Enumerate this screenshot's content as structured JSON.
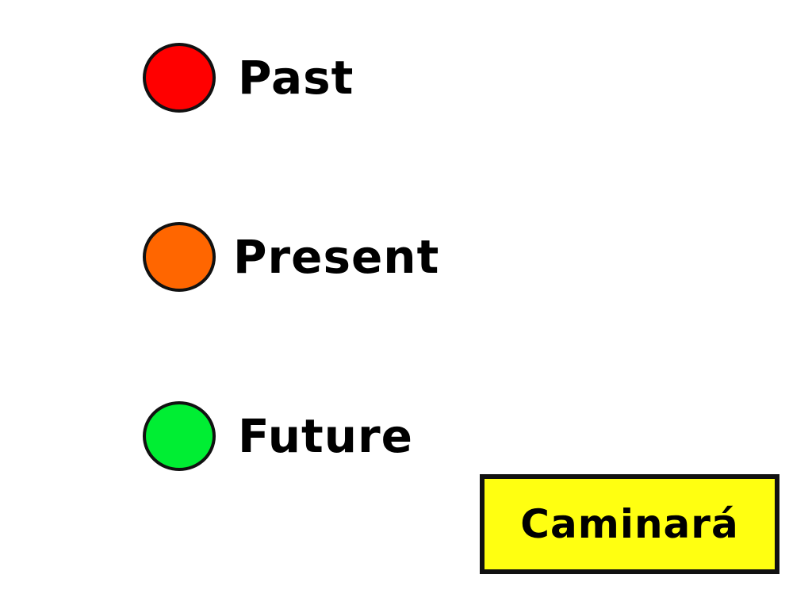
{
  "options": [
    {
      "label": "Past",
      "color": "#ff0000"
    },
    {
      "label": "Present",
      "color": "#ff6600"
    },
    {
      "label": "Future",
      "color": "#00ee33"
    }
  ],
  "word_card": {
    "text": "Caminará",
    "background": "#ffff11"
  }
}
